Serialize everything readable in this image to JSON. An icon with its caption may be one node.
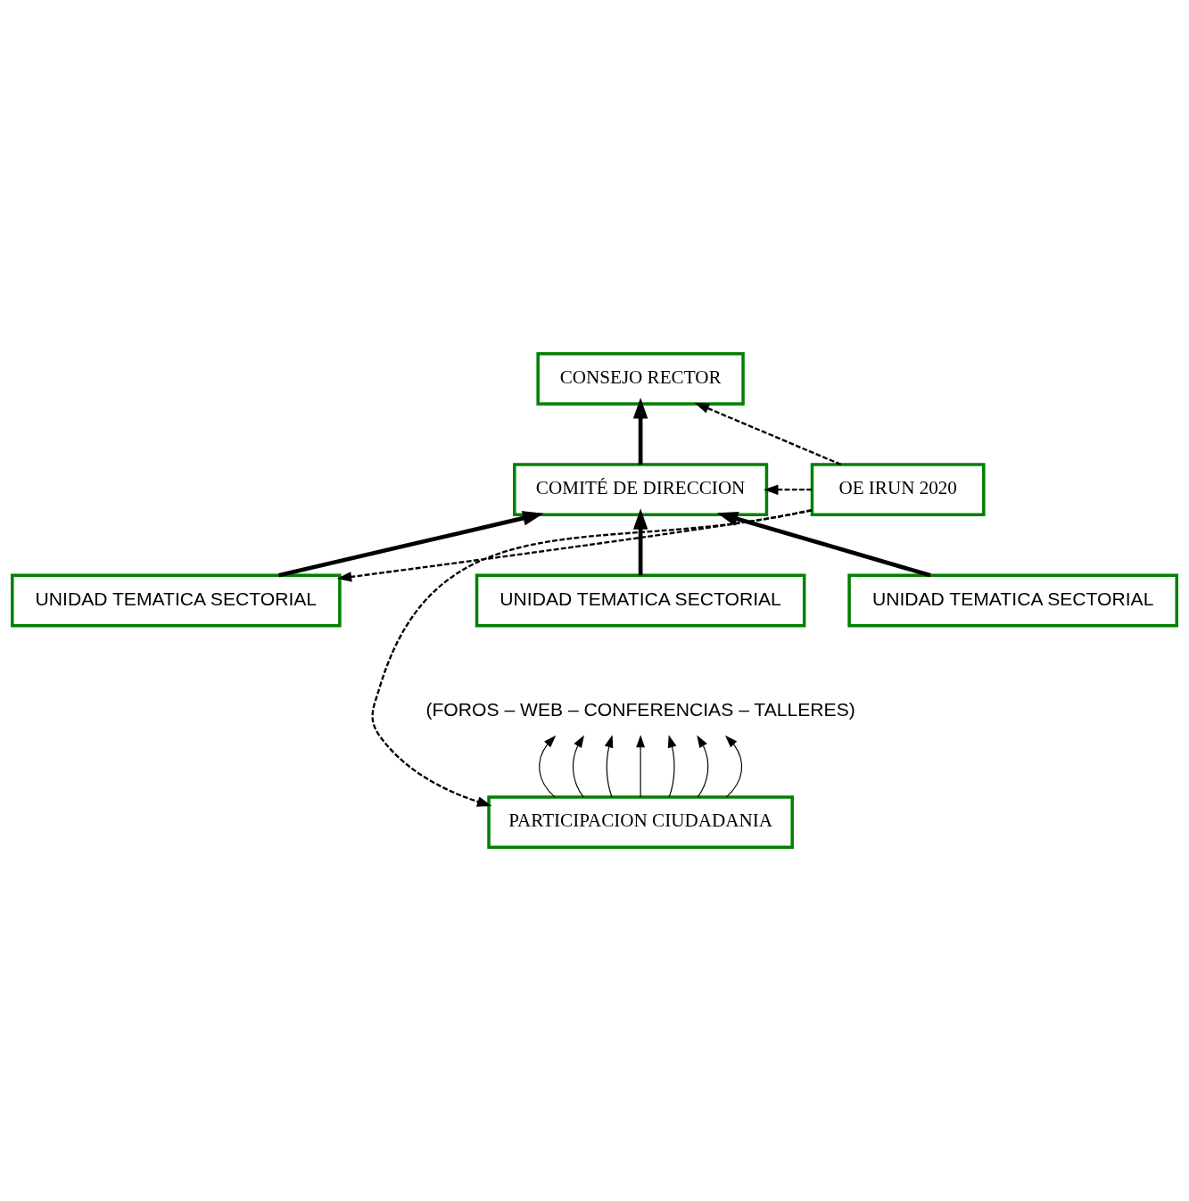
{
  "diagram": {
    "nodes": [
      {
        "text": [
          "CONSEJO RECTOR"
        ]
      },
      {
        "text": [
          "COMITÉ DE DIRECCION"
        ]
      },
      {
        "text": [
          "UNIDAD TEMATICA SECTORIAL"
        ]
      },
      {
        "text": [
          "UNIDAD TEMATICA SECTORIAL"
        ]
      },
      {
        "text": [
          "UNIDAD TEMATICA SECTORIAL"
        ]
      },
      {
        "text": [
          "OE IRUN 2020"
        ]
      },
      {
        "text": [
          "(FOROS – WEB – CONFERENCIAS – TALLERES)"
        ]
      },
      {
        "text": [
          "PARTICIPACION CIUDADANIA"
        ]
      }
    ],
    "edges": [
      {
        "from": 1,
        "to": 0,
        "arrow": "to",
        "style": "thick"
      },
      {
        "from": 2,
        "to": 1,
        "arrow": "to",
        "style": "thick"
      },
      {
        "from": 3,
        "to": 1,
        "arrow": "to",
        "style": "thick"
      },
      {
        "from": 4,
        "to": 1,
        "arrow": "to",
        "style": "thick"
      },
      {
        "from": 5,
        "to": 0,
        "arrow": "to",
        "style": "dashed"
      },
      {
        "from": 5,
        "to": 1,
        "arrow": "to",
        "style": "dashed"
      },
      {
        "from": 5,
        "to": 2,
        "arrow": "to",
        "style": "dashed"
      },
      {
        "from": 5,
        "to": 7,
        "arrow": "to",
        "style": "dashed"
      },
      {
        "from": 7,
        "to": 6,
        "arrow": "to"
      },
      {
        "from": 7,
        "to": 6,
        "arrow": "to"
      },
      {
        "from": 7,
        "to": 6,
        "arrow": "to"
      },
      {
        "from": 7,
        "to": 6,
        "arrow": "to"
      },
      {
        "from": 7,
        "to": 6,
        "arrow": "to"
      },
      {
        "from": 7,
        "to": 6,
        "arrow": "to"
      },
      {
        "from": 7,
        "to": 6,
        "arrow": "to"
      }
    ]
  }
}
